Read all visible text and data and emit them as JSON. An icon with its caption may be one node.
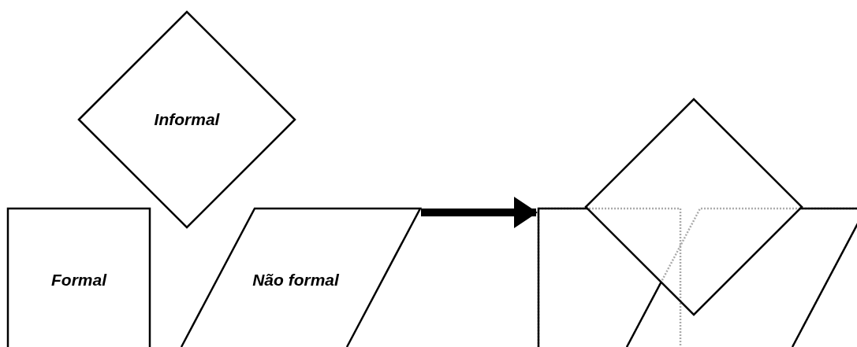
{
  "diagram": {
    "nodes": [
      {
        "text": [
          "Informal"
        ]
      },
      {
        "text": [
          "Formal"
        ]
      },
      {
        "text": [
          "Não formal"
        ]
      },
      {
        "text": [],
        "shape": "box"
      },
      {
        "text": [],
        "shape": "parallelogram"
      },
      {
        "text": [],
        "shape": "diamond"
      }
    ],
    "edges": [
      {
        "from": 2,
        "to": 3,
        "arrow": "to"
      }
    ]
  }
}
